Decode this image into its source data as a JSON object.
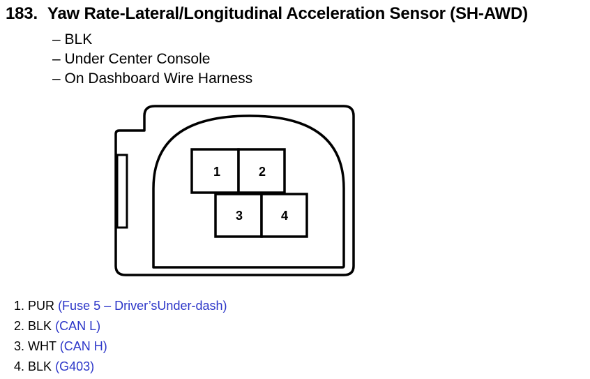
{
  "colors": {
    "accent": "#2b35c8",
    "text": "#000000"
  },
  "header": {
    "number": "183.",
    "title": "Yaw Rate-Lateral/Longitudinal Acceleration Sensor (SH-AWD)"
  },
  "details": [
    "– BLK",
    "– Under Center Console",
    "– On Dashboard Wire Harness"
  ],
  "connector": {
    "pin_labels": [
      "1",
      "2",
      "3",
      "4"
    ]
  },
  "pins": [
    {
      "num": "1.",
      "color": "PUR",
      "desc": "(Fuse 5 – Driver’sUnder-dash)"
    },
    {
      "num": "2.",
      "color": "BLK",
      "desc": "(CAN L)"
    },
    {
      "num": "3.",
      "color": "WHT",
      "desc": "(CAN H)"
    },
    {
      "num": "4.",
      "color": "BLK",
      "desc": "(G403)"
    }
  ]
}
